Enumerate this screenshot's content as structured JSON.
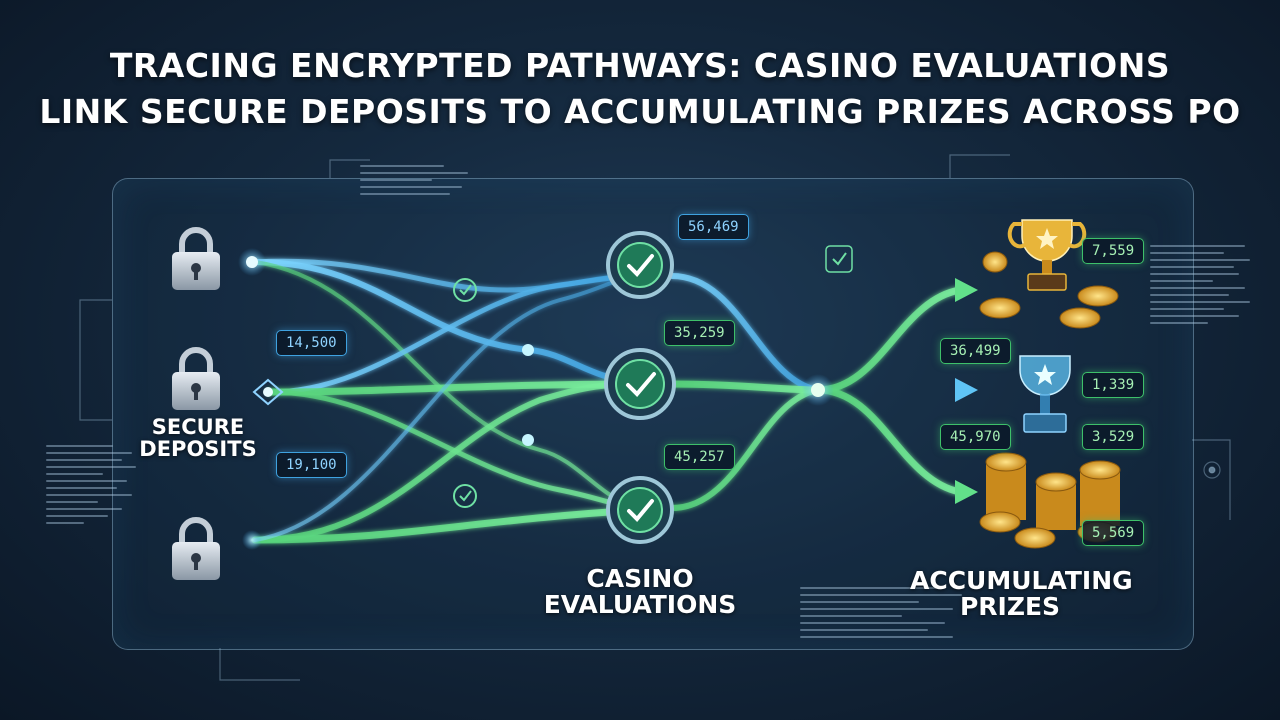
{
  "title": {
    "line1": "TRACING ENCRYPTED PATHWAYS: CASINO EVALUATIONS",
    "line2": "LINK SECURE DEPOSITS TO ACCUMULATING PRIZES ACROSS PO"
  },
  "stages": {
    "deposits": {
      "label_line1": "SECURE",
      "label_line2": "DEPOSITS"
    },
    "evaluations": {
      "label_line1": "CASINO",
      "label_line2": "EVALUATIONS"
    },
    "prizes": {
      "label_line1": "ACCUMULATING",
      "label_line2": "PRIZES"
    }
  },
  "deposit_values": [
    "14,500",
    "19,100"
  ],
  "evaluation_values": [
    "56,469",
    "35,259",
    "45,257"
  ],
  "prize_values_left": [
    "36,499",
    "45,970"
  ],
  "prize_values_right": [
    "7,559",
    "1,339",
    "3,529",
    "5,569"
  ],
  "colors": {
    "blue": "#3fa2e0",
    "green": "#3ec06a",
    "gold": "#e8b53a"
  },
  "icons": [
    "lock-icon",
    "check-icon",
    "trophy-icon",
    "coin-icon",
    "arrow-icon"
  ]
}
